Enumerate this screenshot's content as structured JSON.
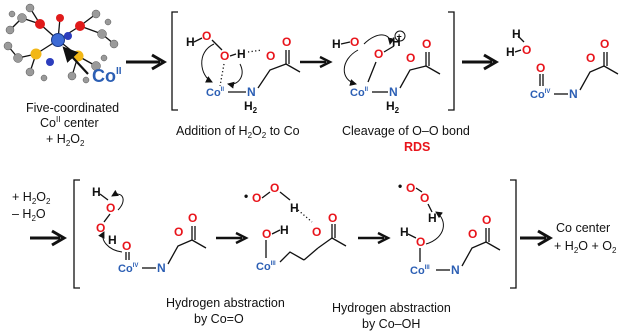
{
  "atoms": {
    "O": "O",
    "H": "H",
    "N": "N",
    "Co": "Co",
    "radical": "•",
    "plus": "+"
  },
  "oxidation_states": {
    "II": "II",
    "IV": "IV",
    "III": "III"
  },
  "ball_model": {
    "label_main": "Co",
    "label_sup": "II"
  },
  "captions": {
    "five_coord_line1": "Five-coordinated",
    "five_coord_line2_main": "Co",
    "five_coord_line2_sup": "II",
    "five_coord_line2_rest": " center",
    "five_coord_line3_pre": "+ H",
    "five_coord_line3_sub1": "2",
    "five_coord_line3_mid": "O",
    "five_coord_line3_sub2": "2",
    "addition_pre": "Addition of H",
    "addition_sub1": "2",
    "addition_mid": "O",
    "addition_sub2": "2",
    "addition_post": " to Co",
    "cleavage": "Cleavage of O–O bond",
    "rds": "RDS",
    "reagents_line1_pre": "+ H",
    "reagents_line1_sub1": "2",
    "reagents_line1_mid": "O",
    "reagents_line1_sub2": "2",
    "reagents_line2_pre": "– H",
    "reagents_line2_sub": "2",
    "reagents_line2_post": "O",
    "abstraction1_line1": "Hydrogen abstraction",
    "abstraction1_line2": "by Co=O",
    "abstraction2_line1": "Hydrogen abstraction",
    "abstraction2_line2": "by Co–OH",
    "product_line1": "Co center",
    "product_line2_pre": "+ H",
    "product_line2_sub": "2",
    "product_line2_mid": "O + O",
    "product_line2_sub2": "2"
  },
  "colors": {
    "oxygen": "#e8141b",
    "nitrogen": "#2c5fb4",
    "cobalt": "#2c5fb4",
    "rds": "#e8141b",
    "bond": "#111111"
  }
}
